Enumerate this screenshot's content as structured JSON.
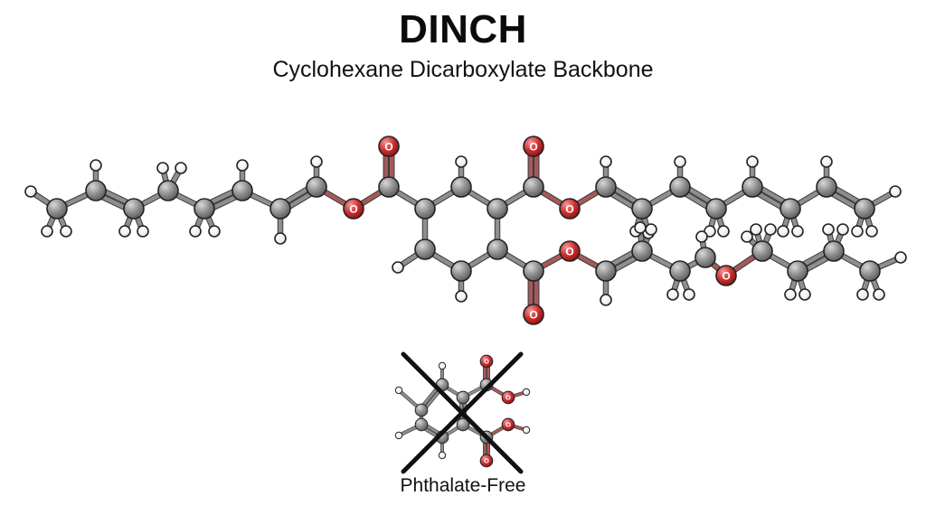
{
  "title": "DINCH",
  "subtitle": "Cyclohexane Dicarboxylate Backbone",
  "caption": "Phthalate-Free",
  "atoms": {
    "carbon_label": "",
    "oxygen_label": "O",
    "hydrogen_label": ""
  },
  "colors": {
    "carbon": "#8a8a8a",
    "oxygen": "#cc2e2e",
    "hydrogen": "#f2f2f2",
    "outline": "#2b2b2b",
    "bond": "#6f6f6f",
    "cross": "#111111"
  }
}
